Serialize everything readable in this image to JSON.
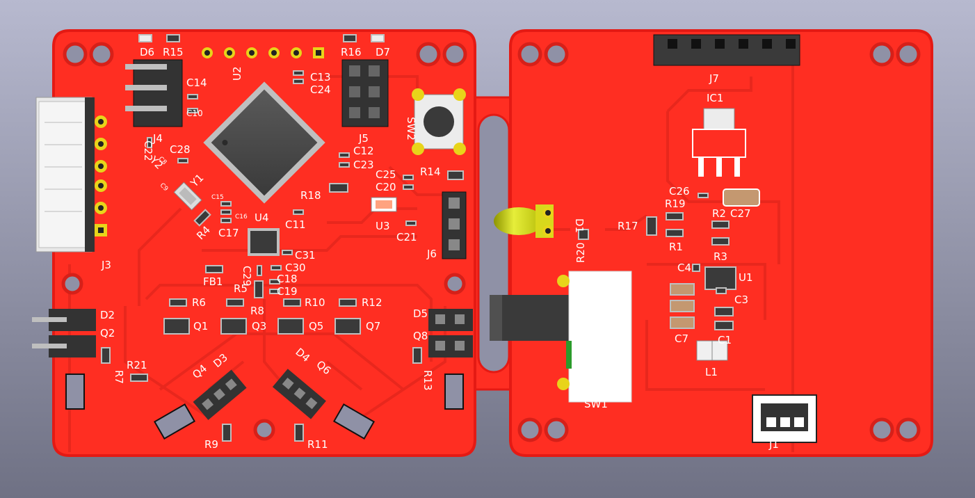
{
  "colors": {
    "background_top": "#b7b9cf",
    "background_bottom": "#6f7184",
    "board": "#ff2e22",
    "board_edge": "#e41a14",
    "trace": "#e8271d",
    "gold": "#e8d41a",
    "chip": "#4a4a4a",
    "silk": "#ffffff",
    "led": "#c8cf10"
  },
  "left_board": {
    "labels": {
      "D6": "D6",
      "R15": "R15",
      "R16": "R16",
      "D7": "D7",
      "C14": "C14",
      "C10": "C10",
      "U2": "U2",
      "C13": "C13",
      "C24": "C24",
      "J4": "J4",
      "J5": "J5",
      "SW2": "SW2",
      "C22": "C22",
      "C28": "C28",
      "Y2": "Y2",
      "C8": "C8",
      "C9": "C9",
      "Y1": "Y1",
      "C12": "C12",
      "C23": "C23",
      "C25": "C25",
      "C20": "C20",
      "R14": "R14",
      "R18": "R18",
      "C15": "C15",
      "C16": "C16",
      "U4": "U4",
      "C11": "C11",
      "U3": "U3",
      "C21": "C21",
      "R4": "R4",
      "C17": "C17",
      "J6": "J6",
      "J3": "J3",
      "C31": "C31",
      "C29": "C29",
      "C30": "C30",
      "FB1": "FB1",
      "R5": "R5",
      "C18": "C18",
      "C19": "C19",
      "R6": "R6",
      "R8": "R8",
      "R10": "R10",
      "R12": "R12",
      "D2": "D2",
      "D5": "D5",
      "Q1": "Q1",
      "Q3": "Q3",
      "Q5": "Q5",
      "Q7": "Q7",
      "Q2": "Q2",
      "Q8": "Q8",
      "R7": "R7",
      "R13": "R13",
      "R21": "R21",
      "Q4": "Q4",
      "D3": "D3",
      "D4": "D4",
      "Q6": "Q6",
      "R9": "R9",
      "R11": "R11"
    }
  },
  "right_board": {
    "labels": {
      "J7": "J7",
      "IC1": "IC1",
      "C26": "C26",
      "R19": "R19",
      "R2": "R2",
      "C27": "C27",
      "D1": "D1",
      "R17": "R17",
      "R1": "R1",
      "R20": "R20",
      "R3": "R3",
      "C4": "C4",
      "U1": "U1",
      "C3": "C3",
      "C7": "C7",
      "C1": "C1",
      "L1": "L1",
      "SW1": "SW1",
      "J1": "J1"
    }
  }
}
